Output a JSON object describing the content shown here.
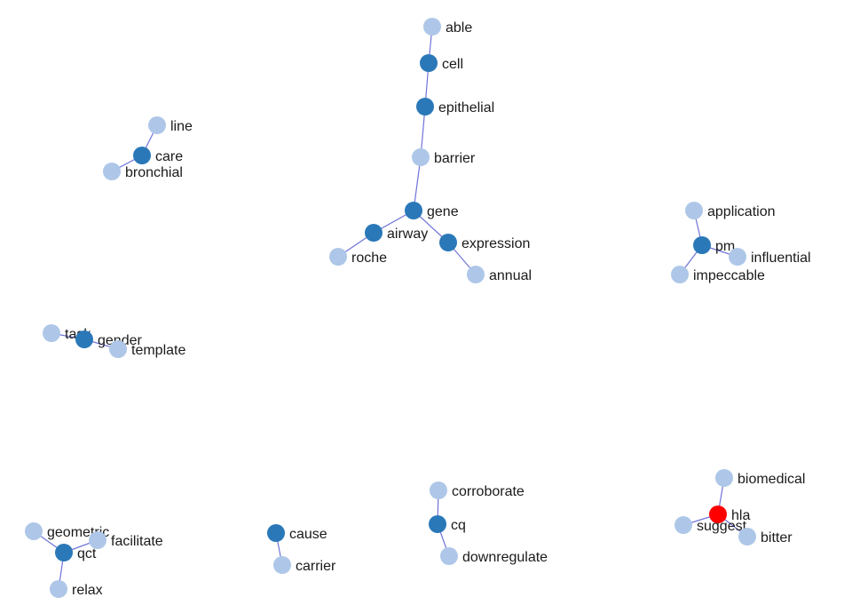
{
  "colors": {
    "primary": "#2a78b8",
    "secondary": "#aec7e8",
    "highlight": "#ff0000",
    "edge": "#6f73d8"
  },
  "nodes": [
    {
      "id": "able",
      "label": "able",
      "group": "secondary"
    },
    {
      "id": "cell",
      "label": "cell",
      "group": "primary"
    },
    {
      "id": "epithelial",
      "label": "epithelial",
      "group": "primary"
    },
    {
      "id": "barrier",
      "label": "barrier",
      "group": "secondary"
    },
    {
      "id": "gene",
      "label": "gene",
      "group": "primary"
    },
    {
      "id": "airway",
      "label": "airway",
      "group": "primary"
    },
    {
      "id": "expression",
      "label": "expression",
      "group": "primary"
    },
    {
      "id": "roche",
      "label": "roche",
      "group": "secondary"
    },
    {
      "id": "annual",
      "label": "annual",
      "group": "secondary"
    },
    {
      "id": "line",
      "label": "line",
      "group": "secondary"
    },
    {
      "id": "care",
      "label": "care",
      "group": "primary"
    },
    {
      "id": "bronchial",
      "label": "bronchial",
      "group": "secondary"
    },
    {
      "id": "application",
      "label": "application",
      "group": "secondary"
    },
    {
      "id": "pm",
      "label": "pm",
      "group": "primary"
    },
    {
      "id": "influential",
      "label": "influential",
      "group": "secondary"
    },
    {
      "id": "impeccable",
      "label": "impeccable",
      "group": "secondary"
    },
    {
      "id": "task",
      "label": "task",
      "group": "secondary"
    },
    {
      "id": "gender",
      "label": "gender",
      "group": "primary"
    },
    {
      "id": "template",
      "label": "template",
      "group": "secondary"
    },
    {
      "id": "geometric",
      "label": "geometric",
      "group": "secondary"
    },
    {
      "id": "facilitate",
      "label": "facilitate",
      "group": "secondary"
    },
    {
      "id": "qct",
      "label": "qct",
      "group": "primary"
    },
    {
      "id": "relax",
      "label": "relax",
      "group": "secondary"
    },
    {
      "id": "cause",
      "label": "cause",
      "group": "primary"
    },
    {
      "id": "carrier",
      "label": "carrier",
      "group": "secondary"
    },
    {
      "id": "corroborate",
      "label": "corroborate",
      "group": "secondary"
    },
    {
      "id": "cq",
      "label": "cq",
      "group": "primary"
    },
    {
      "id": "downregulate",
      "label": "downregulate",
      "group": "secondary"
    },
    {
      "id": "biomedical",
      "label": "biomedical",
      "group": "secondary"
    },
    {
      "id": "hla",
      "label": "hla",
      "group": "highlight"
    },
    {
      "id": "suggest",
      "label": "suggest",
      "group": "secondary"
    },
    {
      "id": "bitter",
      "label": "bitter",
      "group": "secondary"
    }
  ],
  "edges": [
    [
      "able",
      "cell"
    ],
    [
      "cell",
      "epithelial"
    ],
    [
      "epithelial",
      "barrier"
    ],
    [
      "barrier",
      "gene"
    ],
    [
      "gene",
      "airway"
    ],
    [
      "gene",
      "expression"
    ],
    [
      "airway",
      "roche"
    ],
    [
      "expression",
      "annual"
    ],
    [
      "line",
      "care"
    ],
    [
      "care",
      "bronchial"
    ],
    [
      "application",
      "pm"
    ],
    [
      "pm",
      "influential"
    ],
    [
      "pm",
      "impeccable"
    ],
    [
      "task",
      "gender"
    ],
    [
      "gender",
      "template"
    ],
    [
      "geometric",
      "qct"
    ],
    [
      "facilitate",
      "qct"
    ],
    [
      "qct",
      "relax"
    ],
    [
      "cause",
      "carrier"
    ],
    [
      "corroborate",
      "cq"
    ],
    [
      "cq",
      "downregulate"
    ],
    [
      "biomedical",
      "hla"
    ],
    [
      "hla",
      "suggest"
    ],
    [
      "hla",
      "bitter"
    ]
  ]
}
